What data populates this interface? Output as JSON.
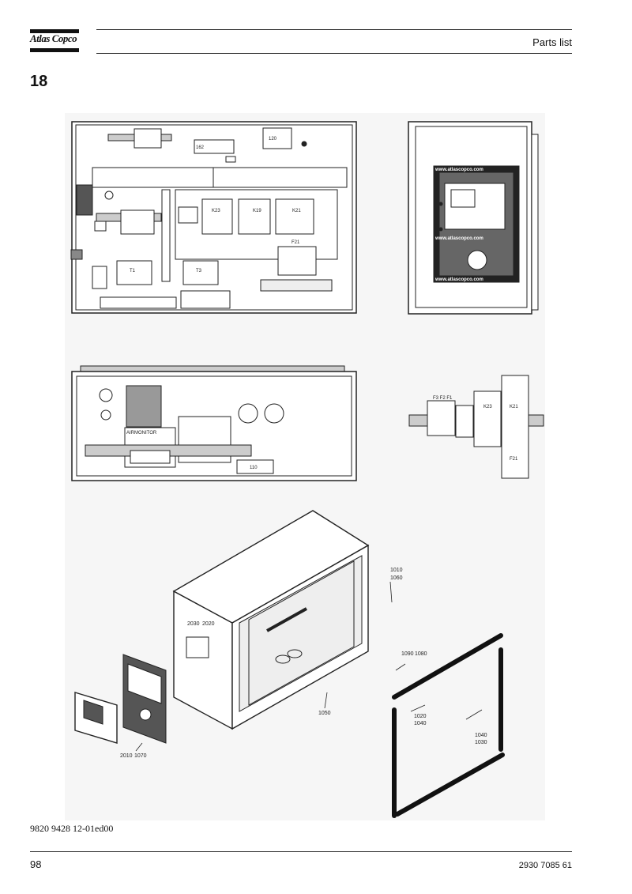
{
  "header": {
    "brand": "Atlas Copco",
    "title": "Parts list"
  },
  "section_number": "18",
  "drawing": {
    "panel_labels": {
      "t1": "T1",
      "t3": "T3",
      "k23": "K23",
      "k19": "K19",
      "k21": "K21",
      "f21": "F21",
      "ref120": "120",
      "ref162": "162"
    },
    "door_labels": {
      "airmonitor": "AIRMONITOR",
      "ref110": "110"
    },
    "detail_labels": {
      "fuses": "F3 F2 F1",
      "k23": "K23",
      "k21": "K21",
      "f21": "F21"
    },
    "screen_text": "www.atlascopco.com",
    "callouts": {
      "c1010": "1010",
      "c1060": "1060",
      "c2030": "2030",
      "c2020": "2020",
      "c1090": "1090",
      "c1080": "1080",
      "c1050": "1050",
      "c1020": "1020",
      "c1040a": "1040",
      "c1040b": "1040",
      "c1030": "1030",
      "c2010": "2010",
      "c1070": "1070"
    }
  },
  "footer": {
    "doc_number": "9820 9428 12-01ed00",
    "page_number": "98",
    "part_number": "2930 7085 61"
  }
}
